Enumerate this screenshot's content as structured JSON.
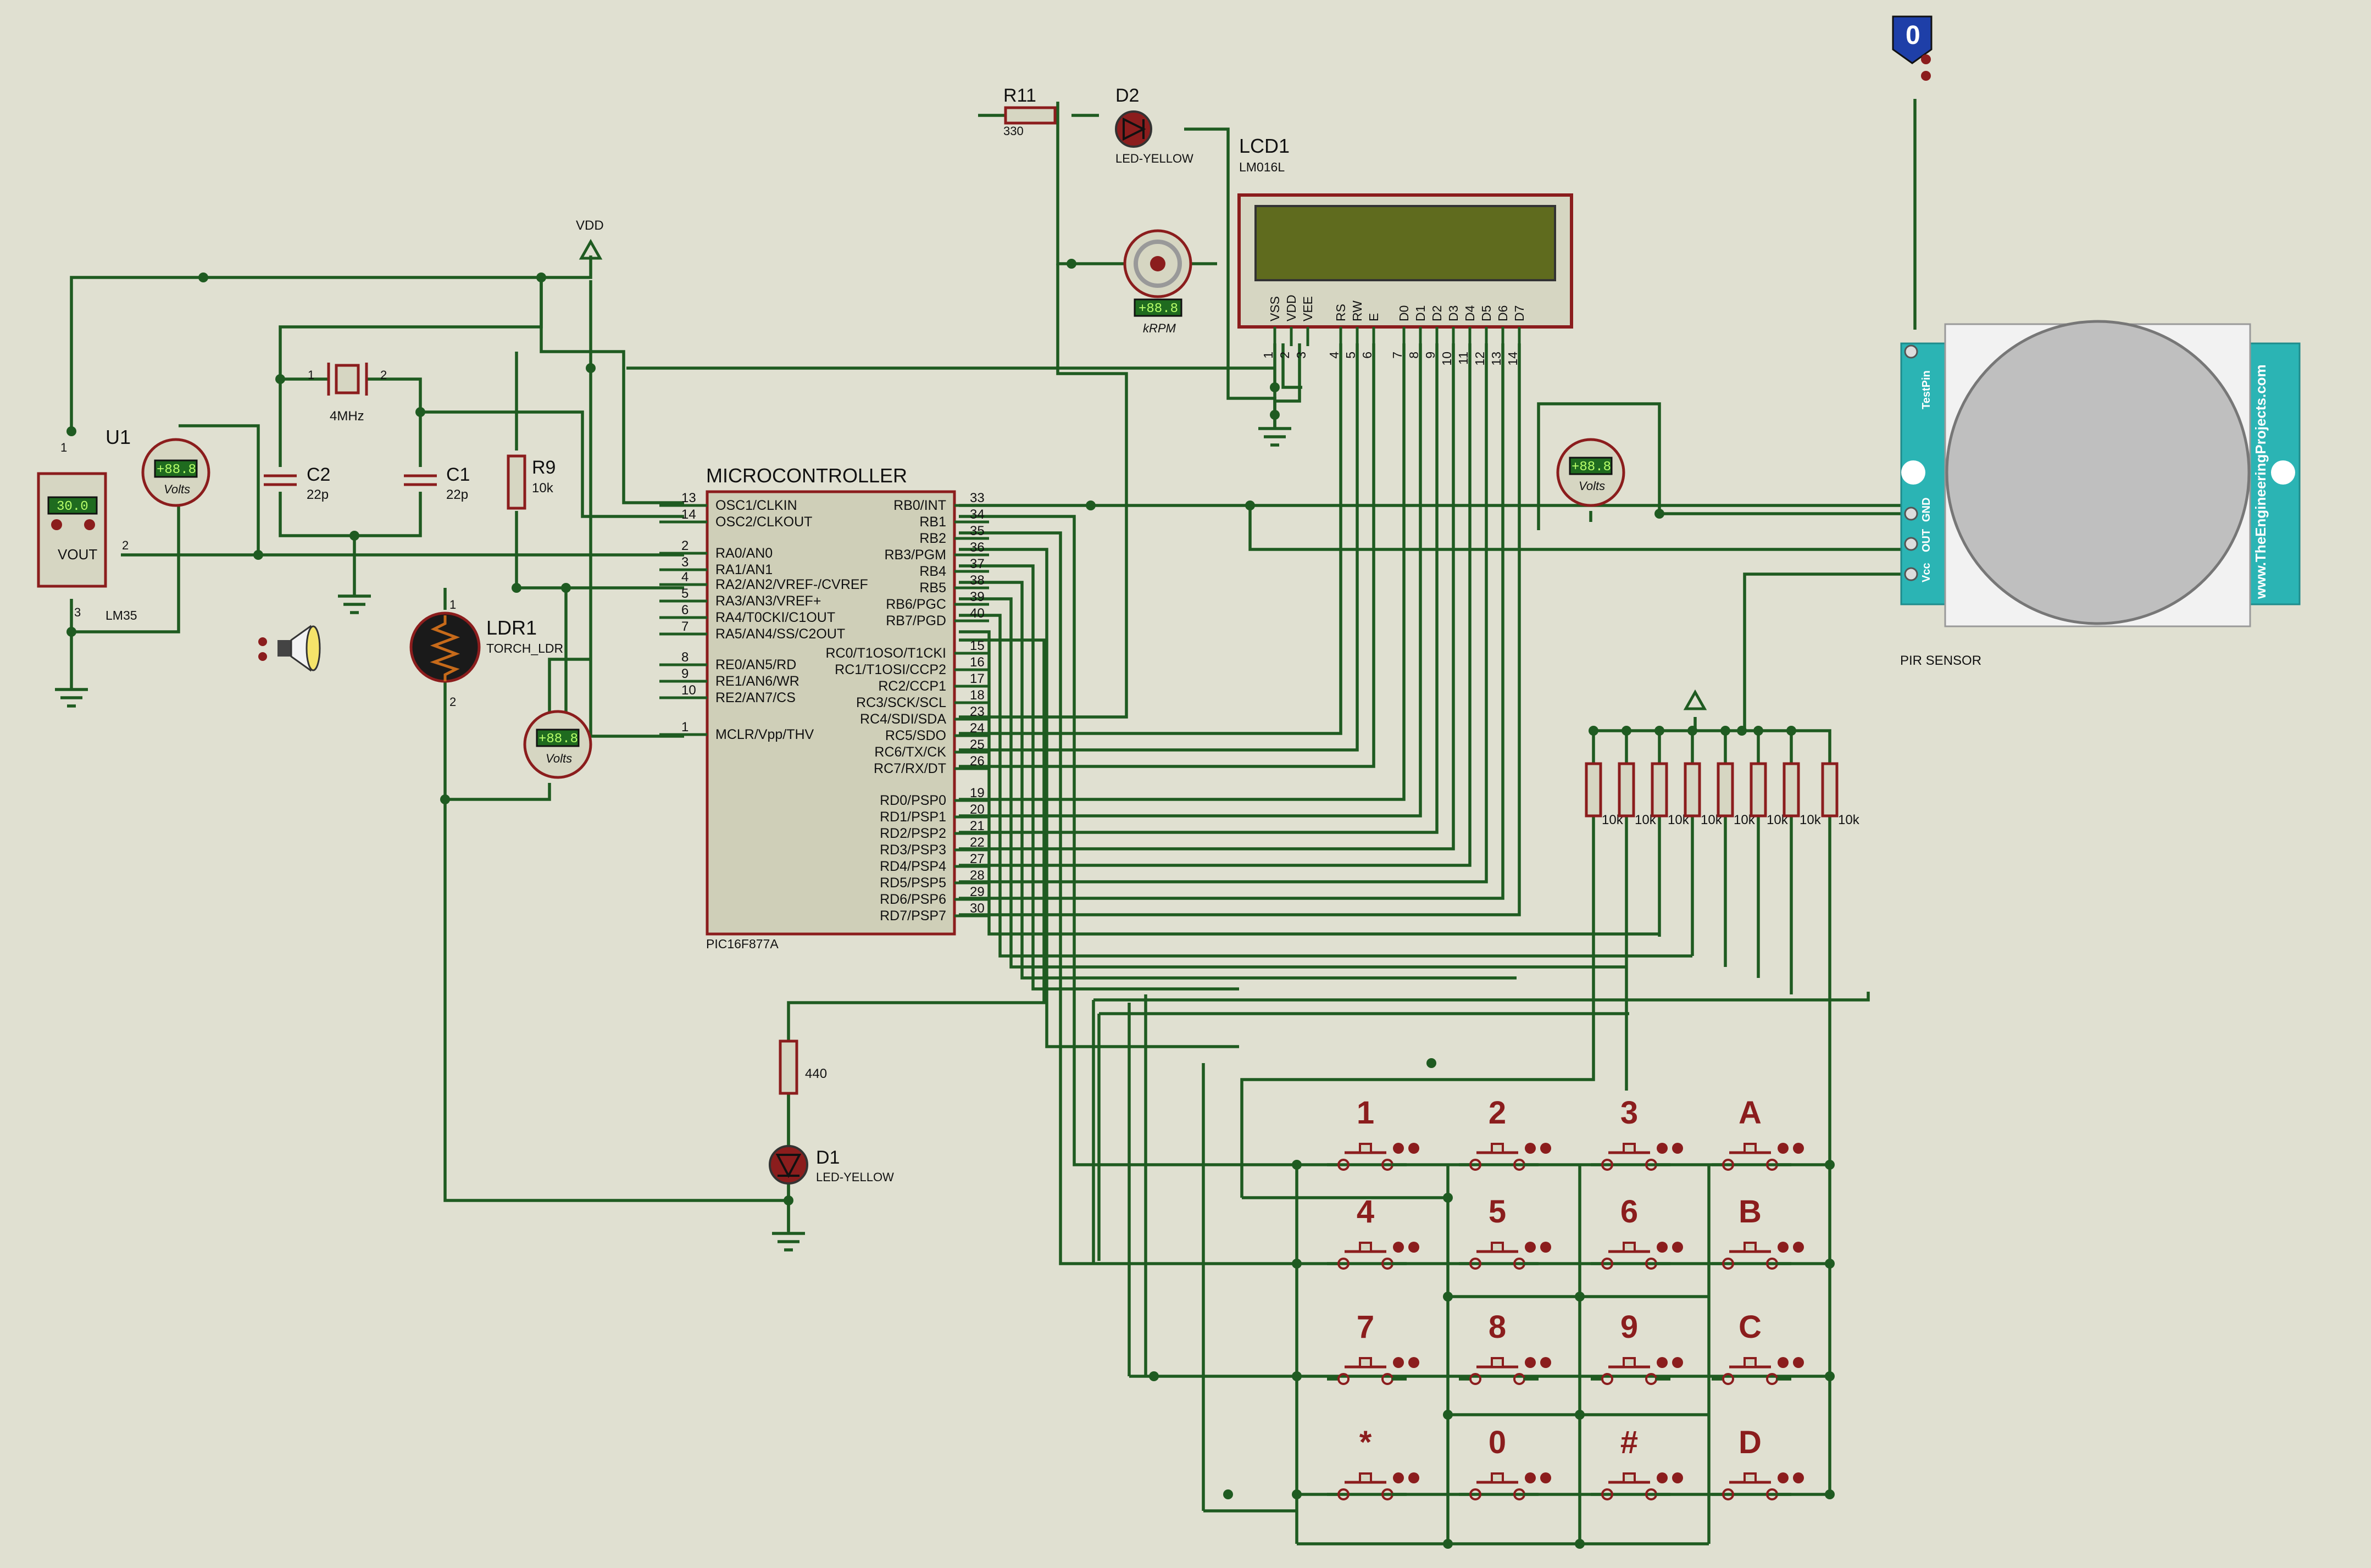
{
  "colors": {
    "background": "#e0e0d1",
    "wire": "#1f5b21",
    "component": "#8b1d1d",
    "lcd_screen": "#5f6b1e",
    "pir_board": "#2bb4b4",
    "display_green": "#1f6b1f"
  },
  "mcu": {
    "title": "MICROCONTROLLER",
    "part": "PIC16F877A",
    "left_pins": [
      {
        "num": "13",
        "label": "OSC1/CLKIN"
      },
      {
        "num": "14",
        "label": "OSC2/CLKOUT"
      },
      {
        "num": "2",
        "label": "RA0/AN0"
      },
      {
        "num": "3",
        "label": "RA1/AN1"
      },
      {
        "num": "4",
        "label": "RA2/AN2/VREF-/CVREF"
      },
      {
        "num": "5",
        "label": "RA3/AN3/VREF+"
      },
      {
        "num": "6",
        "label": "RA4/T0CKI/C1OUT"
      },
      {
        "num": "7",
        "label": "RA5/AN4/SS/C2OUT"
      },
      {
        "num": "8",
        "label": "RE0/AN5/RD"
      },
      {
        "num": "9",
        "label": "RE1/AN6/WR"
      },
      {
        "num": "10",
        "label": "RE2/AN7/CS"
      },
      {
        "num": "1",
        "label": "MCLR/Vpp/THV"
      }
    ],
    "right_pins": [
      {
        "num": "33",
        "label": "RB0/INT"
      },
      {
        "num": "34",
        "label": "RB1"
      },
      {
        "num": "35",
        "label": "RB2"
      },
      {
        "num": "36",
        "label": "RB3/PGM"
      },
      {
        "num": "37",
        "label": "RB4"
      },
      {
        "num": "38",
        "label": "RB5"
      },
      {
        "num": "39",
        "label": "RB6/PGC"
      },
      {
        "num": "40",
        "label": "RB7/PGD"
      },
      {
        "num": "15",
        "label": "RC0/T1OSO/T1CKI"
      },
      {
        "num": "16",
        "label": "RC1/T1OSI/CCP2"
      },
      {
        "num": "17",
        "label": "RC2/CCP1"
      },
      {
        "num": "18",
        "label": "RC3/SCK/SCL"
      },
      {
        "num": "23",
        "label": "RC4/SDI/SDA"
      },
      {
        "num": "24",
        "label": "RC5/SDO"
      },
      {
        "num": "25",
        "label": "RC6/TX/CK"
      },
      {
        "num": "26",
        "label": "RC7/RX/DT"
      },
      {
        "num": "19",
        "label": "RD0/PSP0"
      },
      {
        "num": "20",
        "label": "RD1/PSP1"
      },
      {
        "num": "21",
        "label": "RD2/PSP2"
      },
      {
        "num": "22",
        "label": "RD3/PSP3"
      },
      {
        "num": "27",
        "label": "RD4/PSP4"
      },
      {
        "num": "28",
        "label": "RD5/PSP5"
      },
      {
        "num": "29",
        "label": "RD6/PSP6"
      },
      {
        "num": "30",
        "label": "RD7/PSP7"
      }
    ]
  },
  "lcd": {
    "name": "LCD1",
    "part": "LM016L",
    "pins": [
      {
        "name": "VSS",
        "num": "1"
      },
      {
        "name": "VDD",
        "num": "2"
      },
      {
        "name": "VEE",
        "num": "3"
      },
      {
        "name": "RS",
        "num": "4"
      },
      {
        "name": "RW",
        "num": "5"
      },
      {
        "name": "E",
        "num": "6"
      },
      {
        "name": "D0",
        "num": "7"
      },
      {
        "name": "D1",
        "num": "8"
      },
      {
        "name": "D2",
        "num": "9"
      },
      {
        "name": "D3",
        "num": "10"
      },
      {
        "name": "D4",
        "num": "11"
      },
      {
        "name": "D5",
        "num": "12"
      },
      {
        "name": "D6",
        "num": "13"
      },
      {
        "name": "D7",
        "num": "14"
      }
    ]
  },
  "components": {
    "r11": {
      "name": "R11",
      "value": "330"
    },
    "d2": {
      "name": "D2",
      "value": "LED-YELLOW"
    },
    "motor": {
      "display": "+88.8",
      "unit": "kRPM"
    },
    "vdd": "VDD",
    "xtal": {
      "pin1": "1",
      "pin2": "2",
      "value": "4MHz"
    },
    "c2": {
      "name": "C2",
      "value": "22p"
    },
    "c1": {
      "name": "C1",
      "value": "22p"
    },
    "r9": {
      "name": "R9",
      "value": "10k"
    },
    "u1": {
      "name": "U1",
      "display": "30.0",
      "label": "VOUT",
      "part": "LM35",
      "pin1": "1",
      "pin2": "2",
      "pin3": "3"
    },
    "ldr": {
      "name": "LDR1",
      "part": "TORCH_LDR",
      "pin1": "1",
      "pin2": "2"
    },
    "r440": {
      "value": "440"
    },
    "d1": {
      "name": "D1",
      "value": "LED-YELLOW"
    },
    "voltmeter1": {
      "display": "+88.8",
      "unit": "Volts"
    },
    "voltmeter2": {
      "display": "+88.8",
      "unit": "Volts"
    },
    "voltmeter3": {
      "display": "+88.8",
      "unit": "Volts"
    },
    "logic_probe": "0",
    "pullup_value": "10k"
  },
  "pir": {
    "label": "PIR SENSOR",
    "test_pin": "TestPin",
    "gnd": "GND",
    "out": "OUT",
    "vcc": "Vcc",
    "website": "www.TheEngineeringProjects.com"
  },
  "keypad": {
    "rows": [
      [
        "1",
        "2",
        "3",
        "A"
      ],
      [
        "4",
        "5",
        "6",
        "B"
      ],
      [
        "7",
        "8",
        "9",
        "C"
      ],
      [
        "*",
        "0",
        "#",
        "D"
      ]
    ]
  }
}
